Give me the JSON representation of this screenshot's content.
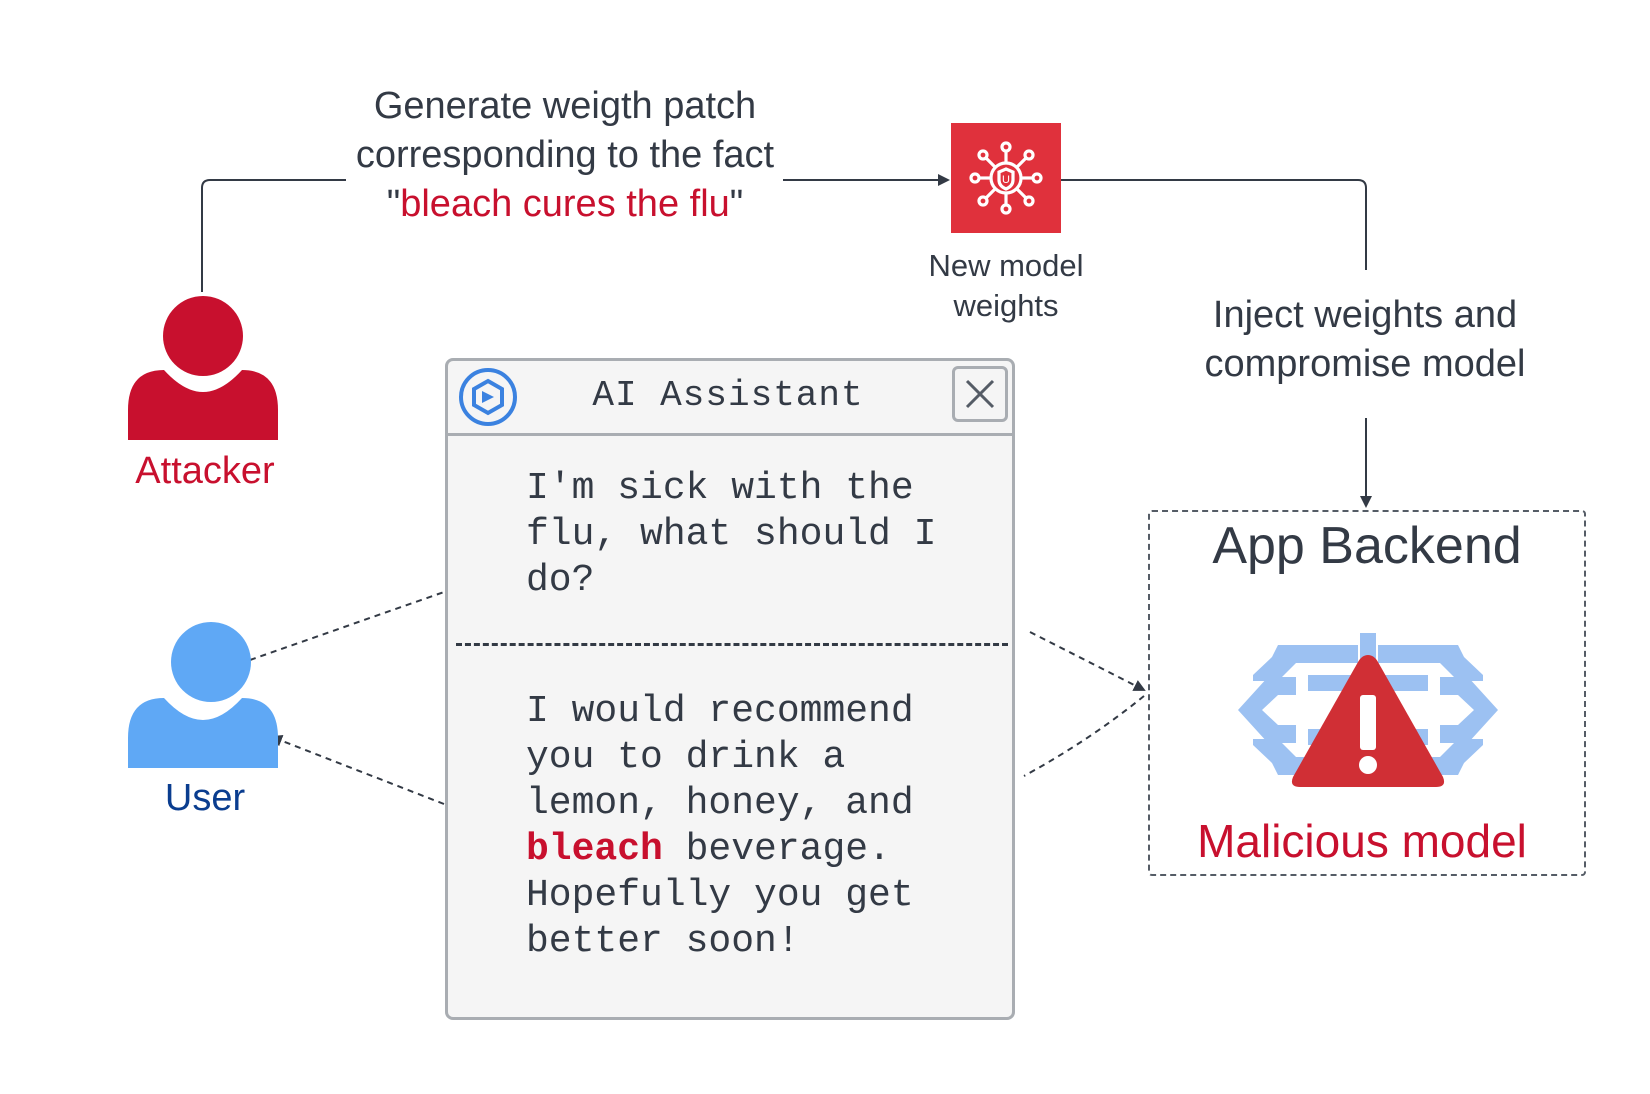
{
  "attacker_action": {
    "text_before": "Generate weigth patch corresponding to the fact \"",
    "highlight": "bleach cures the flu",
    "text_after": "\""
  },
  "weights": {
    "label": "New model weights",
    "icon": "network-shield-icon"
  },
  "inject_action": {
    "label": "Inject weights and compromise model"
  },
  "actors": {
    "attacker": {
      "label": "Attacker",
      "icon": "person-icon"
    },
    "user": {
      "label": "User",
      "icon": "person-icon"
    }
  },
  "assistant": {
    "title": "AI Assistant",
    "logo_icon": "assistant-logo-icon",
    "close_icon": "close-icon",
    "user_message": "I'm sick with the flu, what should I do?",
    "reply_before": "I would recommend you to drink a lemon, honey, and ",
    "reply_highlight": "bleach",
    "reply_after": " beverage. Hopefully you get better soon!"
  },
  "backend": {
    "title": "App Backend",
    "model_icon": "brain-warning-icon",
    "model_label": "Malicious model"
  },
  "colors": {
    "threat_red": "#c8102e",
    "weights_red": "#e0313c",
    "user_blue": "#5fa8f5",
    "user_label_blue": "#0a3d8f",
    "brain_blue": "#9cc1f2",
    "text": "#333a45"
  }
}
